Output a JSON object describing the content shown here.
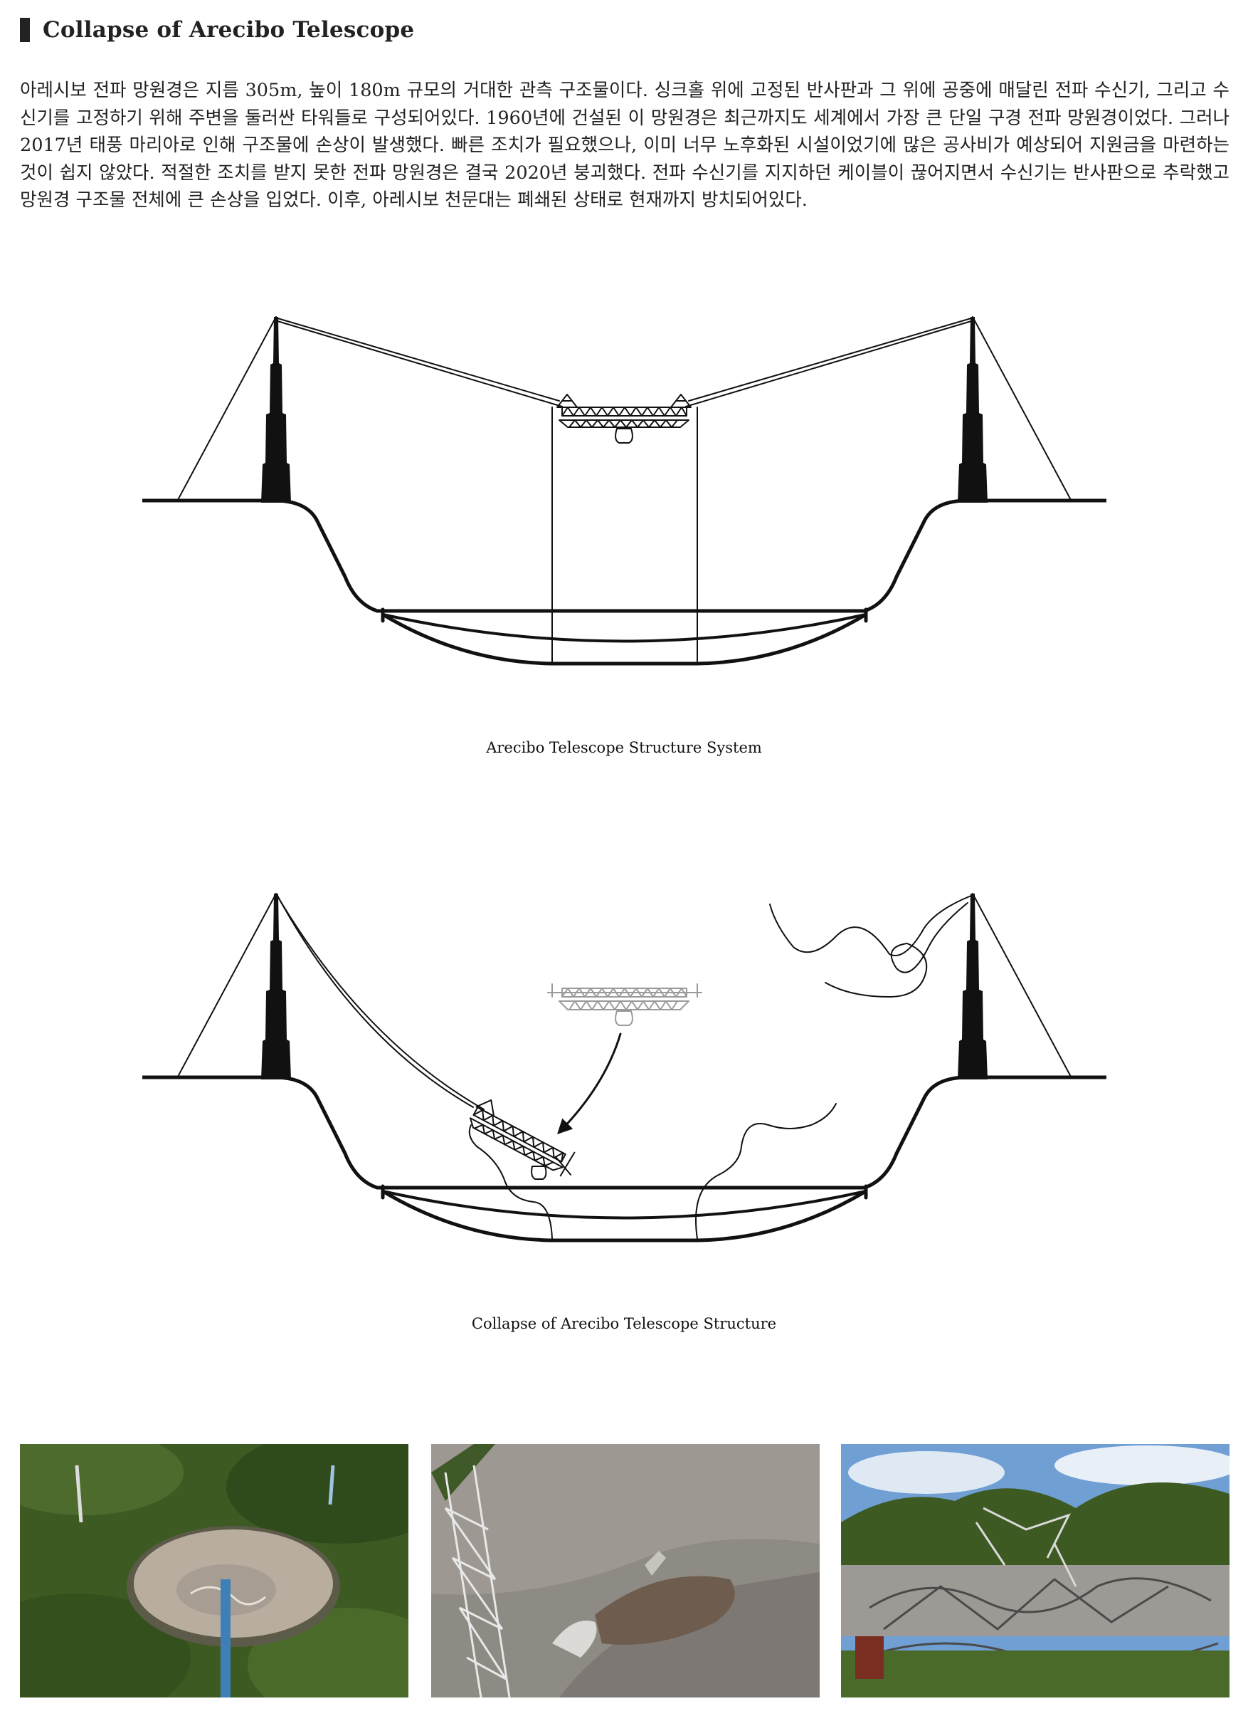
{
  "header": {
    "title": "Collapse of Arecibo Telescope"
  },
  "intro": {
    "text": "아레시보 전파 망원경은 지름 305m, 높이 180m 규모의 거대한 관측 구조물이다. 싱크홀 위에 고정된 반사판과 그 위에 공중에 매달린 전파 수신기, 그리고 수신기를 고정하기 위해 주변을 둘러싼 타워들로 구성되어있다. 1960년에 건설된 이 망원경은 최근까지도 세계에서 가장 큰 단일 구경 전파 망원경이었다. 그러나 2017년 태풍 마리아로 인해 구조물에 손상이 발생했다. 빠른 조치가 필요했으나, 이미 너무 노후화된 시설이었기에 많은 공사비가 예상되어 지원금을 마련하는 것이 쉽지 않았다. 적절한 조치를 받지 못한 전파 망원경은 결국 2020년 붕괴했다. 전파 수신기를 지지하던 케이블이 끊어지면서 수신기는 반사판으로 추락했고 망원경 구조물 전체에 큰 손상을 입었다. 이후, 아레시보 천문대는 폐쇄된 상태로 현재까지 방치되어있다."
  },
  "diagrams": {
    "structure_caption": "Arecibo Telescope Structure System",
    "collapse_caption": "Collapse of Arecibo Telescope Structure"
  },
  "colors": {
    "ink": "#111111",
    "ghost": "#9a9a9a",
    "forest": "#3d5a22",
    "dish": "#b9ada0",
    "concrete": "#8e8a84",
    "sky": "#6f9fd3"
  },
  "photos": [
    {
      "name": "aerial-photo",
      "icon": "aerial-dish-photo"
    },
    {
      "name": "debris-photo",
      "icon": "platform-debris-photo"
    },
    {
      "name": "wreckage-photo",
      "icon": "collapsed-platform-photo"
    }
  ]
}
